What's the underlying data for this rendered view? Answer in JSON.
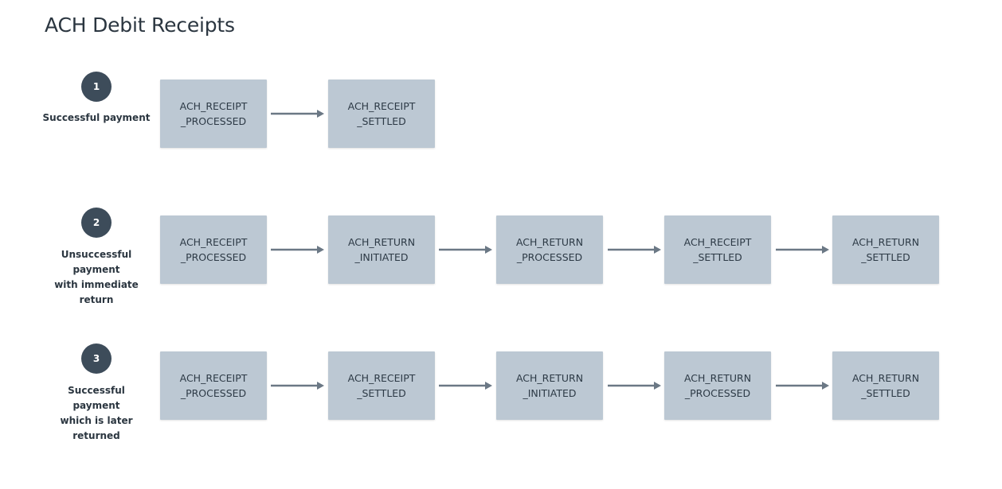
{
  "page": {
    "title": "ACH Debit Receipts"
  },
  "colors": {
    "box_fill": "#bcc8d3",
    "badge_fill": "#3d4c5a",
    "arrow": "#6b7885",
    "text": "#2b3640"
  },
  "scenarios": [
    {
      "number": "1",
      "label": "Successful payment",
      "states": [
        "ACH_RECEIPT\n_PROCESSED",
        "ACH_RECEIPT\n_SETTLED"
      ]
    },
    {
      "number": "2",
      "label": "Unsuccessful\npayment\nwith immediate return",
      "states": [
        "ACH_RECEIPT\n_PROCESSED",
        "ACH_RETURN\n_INITIATED",
        "ACH_RETURN\n_PROCESSED",
        "ACH_RECEIPT\n_SETTLED",
        "ACH_RETURN\n_SETTLED"
      ]
    },
    {
      "number": "3",
      "label": "Successful\npayment\nwhich is later\nreturned",
      "states": [
        "ACH_RECEIPT\n_PROCESSED",
        "ACH_RECEIPT\n_SETTLED",
        "ACH_RETURN\n_INITIATED",
        "ACH_RETURN\n_PROCESSED",
        "ACH_RETURN\n_SETTLED"
      ]
    }
  ]
}
